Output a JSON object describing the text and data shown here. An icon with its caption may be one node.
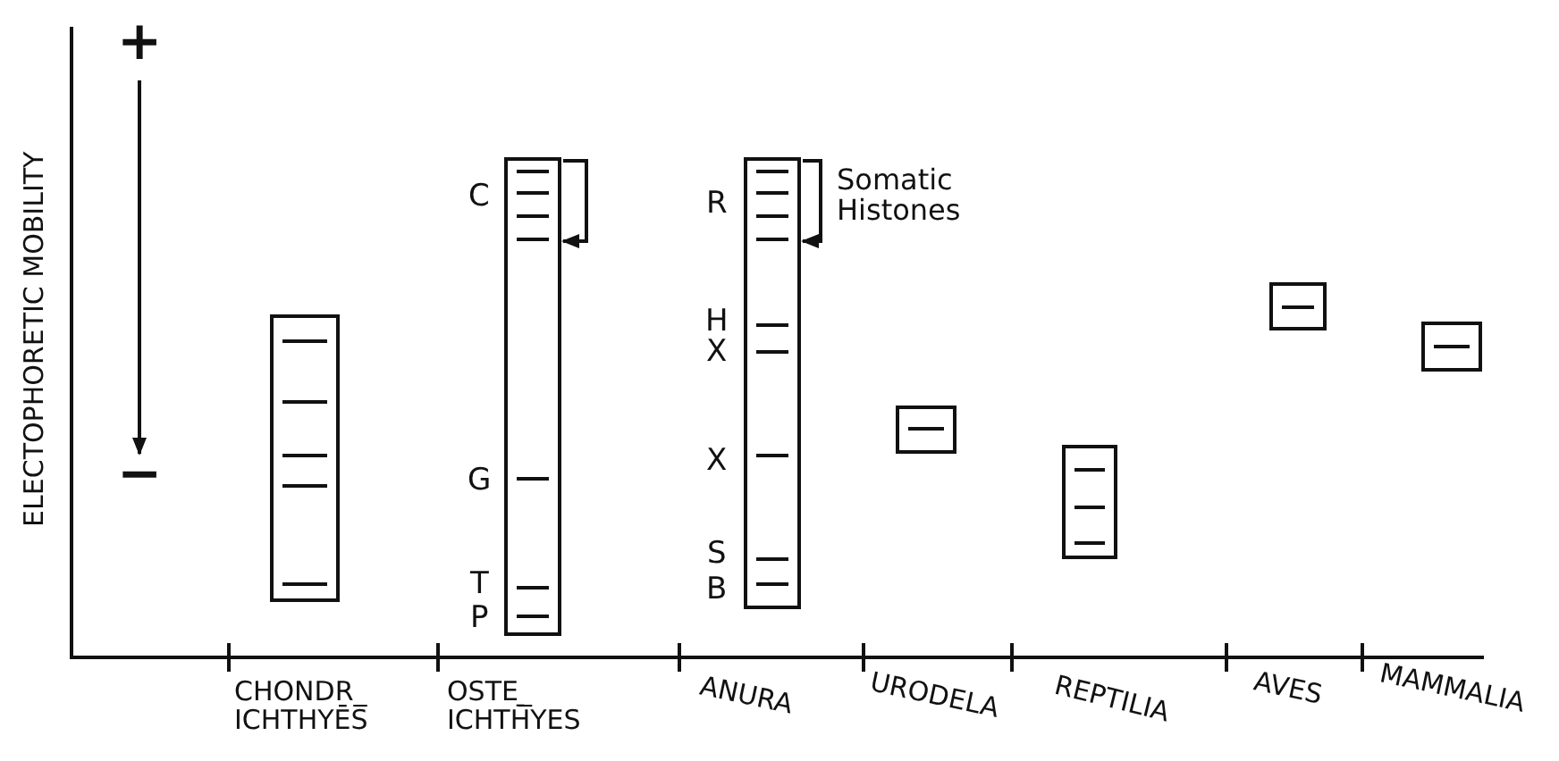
{
  "diagram": {
    "labels": [
      "ELECTOPHORETIC MOBILITY",
      "+",
      "C",
      "R",
      "Somatic Histones",
      "H",
      "X",
      "X",
      "G",
      "−",
      "S",
      "T",
      "B",
      "P",
      "CHONDR_ ICHTHYĒS",
      "OSTE_ ICHTH̄YES",
      "ANURA",
      "URODELA",
      "REPTILIA",
      "AVES",
      "MAMMALIA"
    ]
  }
}
